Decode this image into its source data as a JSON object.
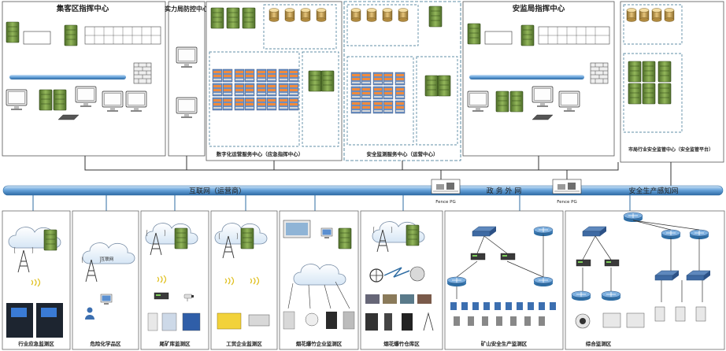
{
  "top_centers": {
    "left": "集客区指挥中心",
    "fire": "实力局防控中心",
    "center": "数字化运营服务中心（应急指挥中心）",
    "right_bank": "安全监测服务中心（运营中心）",
    "security": "安监局指挥中心",
    "far_right": "市局行业安全监管中心（安全监管平台）"
  },
  "networks": {
    "internet": "互联网（运营商）",
    "gov": "政 务 外 网",
    "safety": "安全生产感知网"
  },
  "gateways": {
    "left": "Fence PG",
    "right": "Fence PG"
  },
  "labels": {
    "cloud": "互联网",
    "cloud_dr": "互联网"
  },
  "bottom_zones": [
    "行业应急监测区",
    "危险化学品区",
    "尾矿库监测区",
    "工贸企业监测区",
    "烟花爆竹企业监测区",
    "烟花爆竹仓库区",
    "矿山安全生产监测区",
    "综合监测区"
  ],
  "colors": {
    "bus": "#5a9bd5",
    "bus_dark": "#2f6da3",
    "server": "#6e8f3f",
    "server_light": "#a9c46c",
    "panel_border": "#555555",
    "dash_border": "#2e6b8a"
  }
}
